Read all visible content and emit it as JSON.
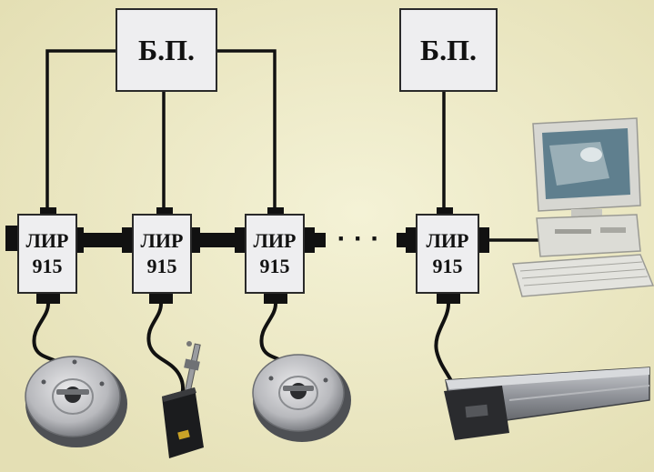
{
  "power_units": [
    {
      "id": "psu-1",
      "label": "Б.П."
    },
    {
      "id": "psu-2",
      "label": "Б.П."
    }
  ],
  "modules": [
    {
      "line1": "ЛИР",
      "line2": "915"
    },
    {
      "line1": "ЛИР",
      "line2": "915"
    },
    {
      "line1": "ЛИР",
      "line2": "915"
    },
    {
      "line1": "ЛИР",
      "line2": "915"
    }
  ],
  "ellipsis": "· · ·",
  "devices": [
    "rotary-encoder-icon",
    "linear-probe-icon",
    "rotary-encoder-icon",
    "linear-scale-icon",
    "computer-icon"
  ],
  "colors": {
    "background": "#ece9c8",
    "box_fill": "#eeeef0",
    "box_stroke": "#2a2a2a",
    "line": "#111111"
  }
}
